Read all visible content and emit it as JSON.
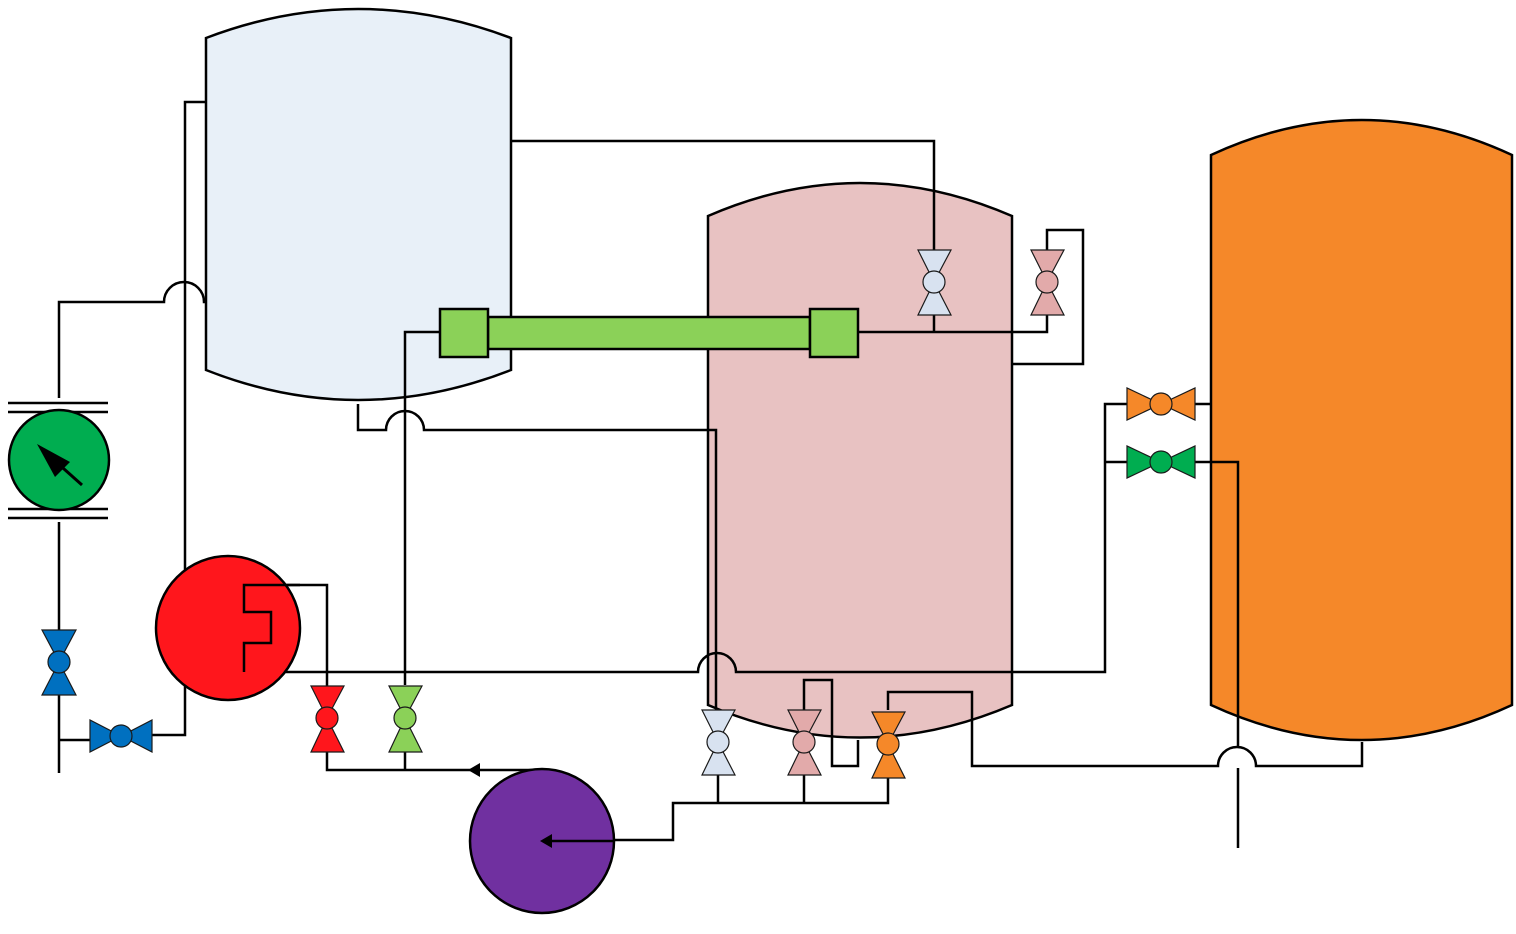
{
  "colors": {
    "line": "#000000",
    "tank_light_blue": "#E8F0F8",
    "tank_pink": "#E8C2C2",
    "tank_orange": "#F58829",
    "heat_exchanger": "#8BD158",
    "meter_green": "#00AD50",
    "filter_red": "#FF161C",
    "pump_purple": "#7030A0",
    "valve_blue": "#0070C0",
    "valve_red": "#FF161C",
    "valve_light_green": "#8BD158",
    "valve_light_blue": "#D8E2F0",
    "valve_pink": "#E2AAAA",
    "valve_orange": "#F58829",
    "valve_green": "#00AD50"
  },
  "components": {
    "tanks": [
      "tank_light_blue",
      "tank_pink",
      "tank_orange"
    ],
    "heat_exchanger": "horizontal-heat-exchanger",
    "flow_meter": "flow-meter-icon",
    "filter": "filter-icon",
    "pump": "pump-icon",
    "valves": [
      "valve_blue",
      "valve_blue",
      "valve_red",
      "valve_light_green",
      "valve_light_blue",
      "valve_light_blue",
      "valve_pink",
      "valve_pink",
      "valve_orange",
      "valve_orange",
      "valve_green"
    ]
  }
}
